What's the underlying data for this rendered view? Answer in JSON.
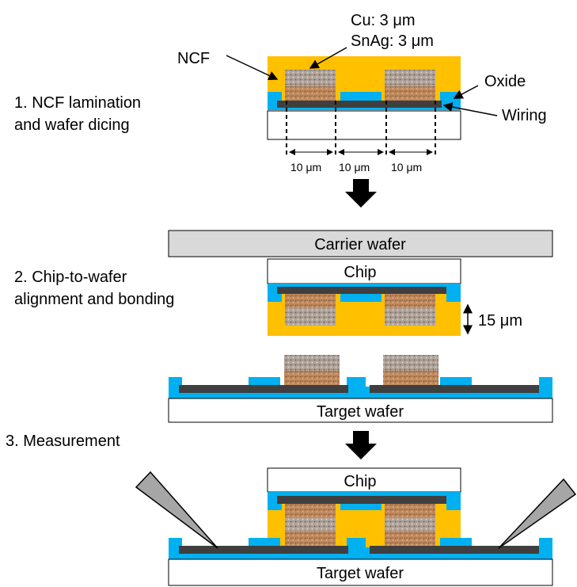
{
  "steps": {
    "s1_line1": "1. NCF lamination",
    "s1_line2": "and wafer dicing",
    "s2_line1": "2. Chip-to-wafer",
    "s2_line2": "alignment and bonding",
    "s3": "3. Measurement"
  },
  "labels": {
    "cu": "Cu: 3 μm",
    "snag": "SnAg: 3 μm",
    "ncf": "NCF",
    "oxide": "Oxide",
    "wiring": "Wiring",
    "dim": "10 μm",
    "height": "15 μm",
    "carrier": "Carrier wafer",
    "chip": "Chip",
    "target": "Target wafer"
  },
  "colors": {
    "ncf": "#ffc000",
    "oxide": "#00b0f0",
    "wiring": "#3f3f3f",
    "cu": "#c08a5e",
    "snag": "#b0a39a",
    "carrier": "#d9d9d9",
    "probe": "#a6a6a6"
  },
  "icons": {
    "arrow": "down-arrow-icon",
    "probe": "probe-needle-icon"
  }
}
